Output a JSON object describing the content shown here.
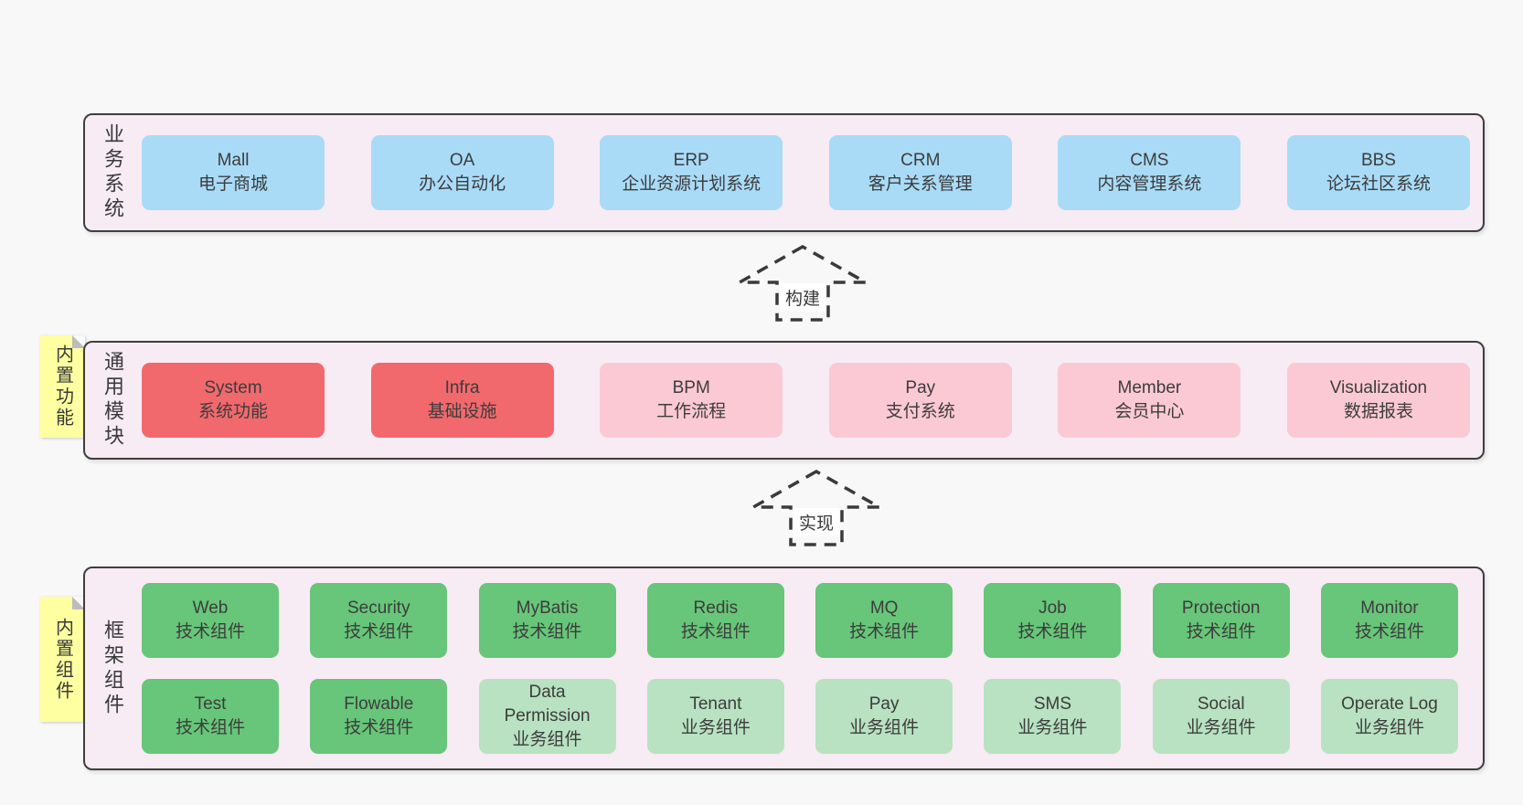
{
  "colors": {
    "page-bg": "#f8f8f8",
    "section-bg": "#f7ebf4",
    "section-border": "#3e3e3e",
    "text": "#3c3c3c",
    "blue": "#a9dbf7",
    "red": "#f2696d",
    "pink": "#fbc9d4",
    "green": "#67c679",
    "green-light": "#b8e2c1",
    "note-bg": "#feffa0",
    "note-fold": "#bcbcbc",
    "arrow": "#3a3a3a"
  },
  "arrows": [
    {
      "label": "构建"
    },
    {
      "label": "实现"
    }
  ],
  "sections": [
    {
      "label": "业务系统",
      "rows": [
        [
          {
            "name": "Mall",
            "desc": "电子商城"
          },
          {
            "name": "OA",
            "desc": "办公自动化"
          },
          {
            "name": "ERP",
            "desc": "企业资源计划系统"
          },
          {
            "name": "CRM",
            "desc": "客户关系管理"
          },
          {
            "name": "CMS",
            "desc": "内容管理系统"
          },
          {
            "name": "BBS",
            "desc": "论坛社区系统"
          }
        ]
      ]
    },
    {
      "label": "通用模块",
      "note": "内置功能",
      "rows": [
        [
          {
            "name": "System",
            "desc": "系统功能"
          },
          {
            "name": "Infra",
            "desc": "基础设施"
          },
          {
            "name": "BPM",
            "desc": "工作流程"
          },
          {
            "name": "Pay",
            "desc": "支付系统"
          },
          {
            "name": "Member",
            "desc": "会员中心"
          },
          {
            "name": "Visualization",
            "desc": "数据报表"
          }
        ]
      ]
    },
    {
      "label": "框架组件",
      "note": "内置组件",
      "rows": [
        [
          {
            "name": "Web",
            "desc": "技术组件"
          },
          {
            "name": "Security",
            "desc": "技术组件"
          },
          {
            "name": "MyBatis",
            "desc": "技术组件"
          },
          {
            "name": "Redis",
            "desc": "技术组件"
          },
          {
            "name": "MQ",
            "desc": "技术组件"
          },
          {
            "name": "Job",
            "desc": "技术组件"
          },
          {
            "name": "Protection",
            "desc": "技术组件"
          },
          {
            "name": "Monitor",
            "desc": "技术组件"
          }
        ],
        [
          {
            "name": "Test",
            "desc": "技术组件"
          },
          {
            "name": "Flowable",
            "desc": "技术组件"
          },
          {
            "name": "Data Permission",
            "desc": "业务组件"
          },
          {
            "name": "Tenant",
            "desc": "业务组件"
          },
          {
            "name": "Pay",
            "desc": "业务组件"
          },
          {
            "name": "SMS",
            "desc": "业务组件"
          },
          {
            "name": "Social",
            "desc": "业务组件"
          },
          {
            "name": "Operate Log",
            "desc": "业务组件"
          }
        ]
      ]
    }
  ]
}
